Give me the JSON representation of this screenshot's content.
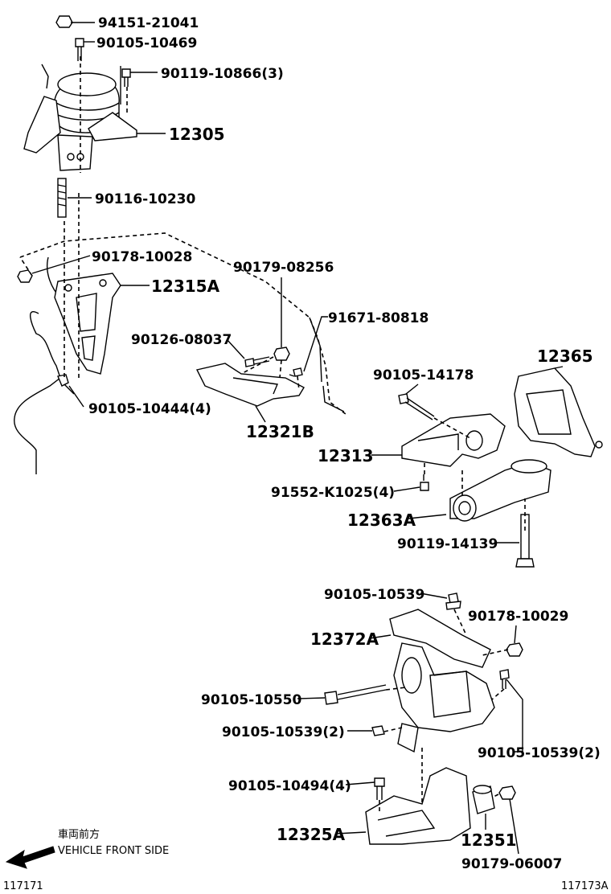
{
  "labels": {
    "p94151_21041": "94151-21041",
    "p90105_10469": "90105-10469",
    "p90119_10866": "90119-10866(3)",
    "p12305": "12305",
    "p90116_10230": "90116-10230",
    "p90178_10028": "90178-10028",
    "p12315A": "12315A",
    "p90179_08256": "90179-08256",
    "p91671_80818": "91671-80818",
    "p90126_08037": "90126-08037",
    "p90105_10444": "90105-10444(4)",
    "p12321B": "12321B",
    "p12365": "12365",
    "p90105_14178": "90105-14178",
    "p12313": "12313",
    "p91552_K1025": "91552-K1025(4)",
    "p12363A": "12363A",
    "p90119_14139": "90119-14139",
    "p90105_10539_top": "90105-10539",
    "p12372A": "12372A",
    "p90178_10029": "90178-10029",
    "p90105_10550": "90105-10550",
    "p90105_10539_left": "90105-10539(2)",
    "p90105_10539_right": "90105-10539(2)",
    "p90105_10494": "90105-10494(4)",
    "p12325A": "12325A",
    "p12351": "12351",
    "p90179_06007": "90179-06007"
  },
  "legend": {
    "japanese": "車両前方",
    "english": "VEHICLE FRONT SIDE"
  },
  "codes": {
    "left": "117171",
    "right": "117173A"
  }
}
